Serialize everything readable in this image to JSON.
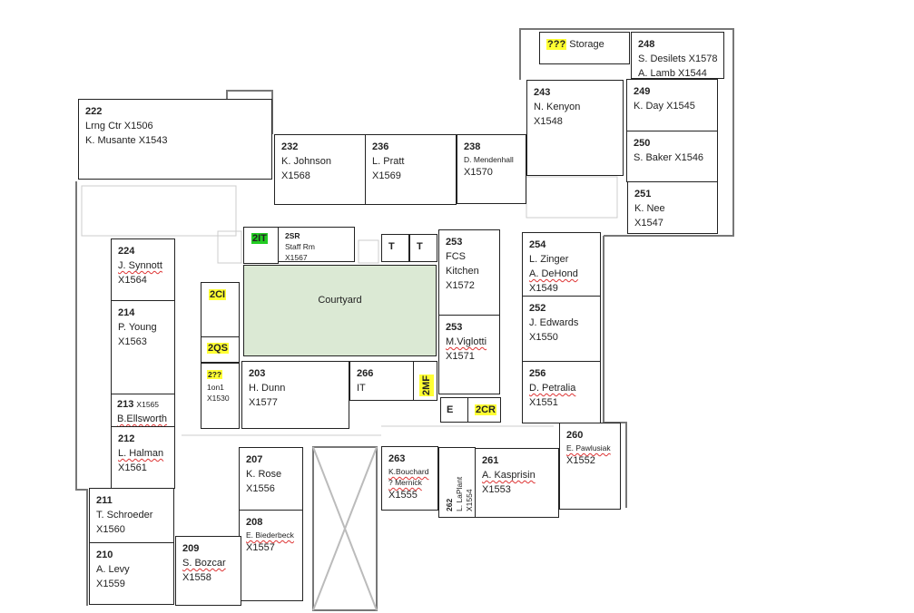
{
  "rooms": {
    "storage": {
      "tag": "???",
      "label": "Storage"
    },
    "r248": {
      "num": "248",
      "l1": "S. Desilets X1578",
      "l2": "A. Lamb X1544"
    },
    "r243": {
      "num": "243",
      "l1": "N. Kenyon",
      "l2": "X1548"
    },
    "r249": {
      "num": "249",
      "l1": "K. Day X1545"
    },
    "r250": {
      "num": "250",
      "l1": "S. Baker X1546"
    },
    "r251": {
      "num": "251",
      "l1": "K. Nee",
      "l2": "X1547"
    },
    "r222": {
      "num": "222",
      "l1": "Lrng Ctr X1506",
      "l2": "K. Musante X1543"
    },
    "r232": {
      "num": "232",
      "l1": "K. Johnson",
      "l2": "X1568"
    },
    "r236": {
      "num": "236",
      "l1": "L. Pratt",
      "l2": "X1569"
    },
    "r238": {
      "num": "238",
      "l1": "D. Mendenhall",
      "l2": "X1570"
    },
    "r2IT": {
      "tag": "2IT"
    },
    "r2SR": {
      "num": "2SR",
      "l1": "Staff Rm",
      "l2": "X1567"
    },
    "t1": {
      "num": "T"
    },
    "t2": {
      "num": "T"
    },
    "r253a": {
      "num": "253",
      "l1": "FCS",
      "l2": "Kitchen",
      "l3": "X1572"
    },
    "r254": {
      "num": "254",
      "l1": "L. Zinger",
      "l2": "A. DeHond",
      "l3": "X1549"
    },
    "courtyard": {
      "label": "Courtyard"
    },
    "r224": {
      "num": "224",
      "l1": "J. Synnott",
      "l2": "X1564"
    },
    "r2CI": {
      "tag": "2CI"
    },
    "r214": {
      "num": "214",
      "l1": "P. Young",
      "l2": "X1563"
    },
    "r2QS": {
      "tag": "2QS"
    },
    "r253b": {
      "num": "253",
      "l1": "M.Viglotti",
      "l2": "X1571"
    },
    "r252": {
      "num": "252",
      "l1": "J. Edwards",
      "l2": "X1550"
    },
    "r2qq": {
      "tag": "2??",
      "l1": "1on1",
      "l2": "X1530"
    },
    "r203": {
      "num": "203",
      "l1": "H. Dunn",
      "l2": "X1577"
    },
    "r266": {
      "num": "266",
      "l1": "IT"
    },
    "r2MF": {
      "tag": "2MF"
    },
    "r256": {
      "num": "256",
      "l1": "D. Petralia",
      "l2": "X1551"
    },
    "r213": {
      "num": "213",
      "ext": "X1565",
      "l1": "B.Ellsworth"
    },
    "rE": {
      "num": "E"
    },
    "r2CR": {
      "tag": "2CR"
    },
    "r212": {
      "num": "212",
      "l1": "L. Halman",
      "l2": "X1561"
    },
    "r260": {
      "num": "260",
      "l1": "E. Pawlusiak",
      "l2": "X1552"
    },
    "r207": {
      "num": "207",
      "l1": "K. Rose",
      "l2": "X1556"
    },
    "r263": {
      "num": "263",
      "l1": "K.Bouchard",
      "l2": "? Mernick",
      "l3": "X1555"
    },
    "r262": {
      "num": "262",
      "l1": "L. LaPlant",
      "l2": "X1554"
    },
    "r261": {
      "num": "261",
      "l1": "A. Kasprisin",
      "l2": "X1553"
    },
    "r211": {
      "num": "211",
      "l1": "T. Schroeder",
      "l2": "X1560"
    },
    "r208": {
      "num": "208",
      "l1": "E. Biederbeck",
      "l2": "X1557"
    },
    "r209": {
      "num": "209",
      "l1": "S. Bozcar",
      "l2": "X1558"
    },
    "r210": {
      "num": "210",
      "l1": "A. Levy",
      "l2": "X1559"
    }
  },
  "colors": {
    "highlight_yellow": "#ffff33",
    "highlight_green": "#22cc22",
    "courtyard": "#dbe9d4"
  }
}
